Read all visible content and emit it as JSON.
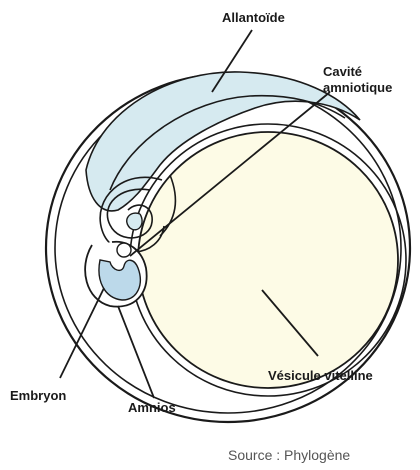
{
  "labels": {
    "allantoide": "Allantoïde",
    "cavite_line1": "Cavité",
    "cavite_line2": "amniotique",
    "embryon": "Embryon",
    "amnios": "Amnios",
    "vesicule": "Vésicule vitelline"
  },
  "source": "Source : Phylogène",
  "colors": {
    "yolk": "#fdfbe6",
    "allantois": "#d6eaf0",
    "embryo": "#bcd9ea",
    "line": "#1a1a1a"
  }
}
